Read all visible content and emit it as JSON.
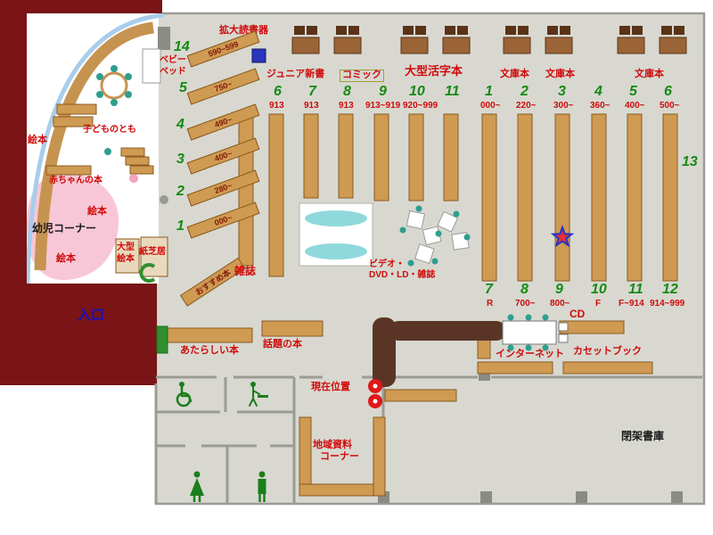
{
  "colors": {
    "maroon_wall": "#7a1416",
    "floor": "#d8d8d0",
    "shelf_tan": "#cf9a52",
    "accent_red_text": "#cf0a0a",
    "accent_green_number": "#158a15",
    "entrance_blue": "#0a14cf",
    "window_arc_blue": "#a8cdeb",
    "infant_pink": "#f8c7d7",
    "star_red": "#e53030",
    "star_border_blue": "#2233cc"
  },
  "labels": {
    "kakudai": "拡大読書器",
    "junior_shinsho": "ジュニア新書",
    "comic": "コミック",
    "ogata_katsuji": "大型活字本",
    "bunko_1": "文庫本",
    "bunko_2": "文庫本",
    "bunko_3": "文庫本",
    "baby_bed_1": "ベビー",
    "baby_bed_2": "ベッド",
    "kodomo_no_tomo": "子どものとも",
    "ehon_1": "絵本",
    "ehon_2": "絵本",
    "ehon_3": "絵本",
    "akachan": "赤ちゃんの本",
    "yoji_corner": "幼児コーナー",
    "ogata_1": "大型",
    "ogata_2": "絵本",
    "kamishibai": "紙芝居",
    "osusume": "おすすめ本",
    "zasshi": "雑誌",
    "video_1": "ビデオ・",
    "video_2": "DVD・LD・雑誌",
    "iriguchi": "入口",
    "atarashii": "あたらしい本",
    "wadai": "話題の本",
    "genzai": "現在位置",
    "cd": "CD",
    "internet": "インターネット",
    "cassette": "カセットブック",
    "chiiki_1": "地域資料",
    "chiiki_2": "コーナー",
    "heika": "閉架書庫",
    "shelf13": "13"
  },
  "shelves_top_left": [
    {
      "num": "6",
      "code": "913"
    },
    {
      "num": "7",
      "code": "913"
    },
    {
      "num": "8",
      "code": "913"
    },
    {
      "num": "9",
      "code": "913~919"
    },
    {
      "num": "10",
      "code": "920~999"
    },
    {
      "num": "11",
      "code": ""
    }
  ],
  "shelves_top_right": [
    {
      "num": "1",
      "code": "000~"
    },
    {
      "num": "2",
      "code": "220~"
    },
    {
      "num": "3",
      "code": "300~"
    },
    {
      "num": "4",
      "code": "360~"
    },
    {
      "num": "5",
      "code": "400~"
    },
    {
      "num": "6",
      "code": "500~"
    }
  ],
  "shelves_bottom": [
    {
      "num": "7",
      "code": "R"
    },
    {
      "num": "8",
      "code": "700~"
    },
    {
      "num": "9",
      "code": "800~"
    },
    {
      "num": "10",
      "code": "F"
    },
    {
      "num": "11",
      "code": "F~914"
    },
    {
      "num": "12",
      "code": "914~999"
    }
  ],
  "shelves_left": [
    {
      "num": "14",
      "code": "590~599"
    },
    {
      "num": "5",
      "code": "750~"
    },
    {
      "num": "4",
      "code": "490~"
    },
    {
      "num": "3",
      "code": "400~"
    },
    {
      "num": "2",
      "code": "280~"
    },
    {
      "num": "1",
      "code": "000~"
    }
  ]
}
